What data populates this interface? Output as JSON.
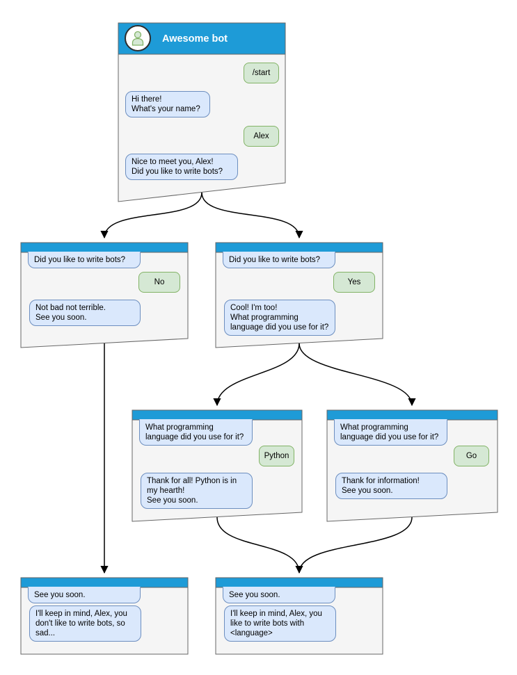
{
  "diagram_type": "chatbot-conversation-flowchart",
  "colors": {
    "header_blue": "#1e9bd7",
    "window_bg": "#f5f5f5",
    "window_border": "#666666",
    "bot_bubble_bg": "#dae8fc",
    "bot_bubble_border": "#6c8ebf",
    "user_bubble_bg": "#d5e8d4",
    "user_bubble_border": "#82b366",
    "edge_color": "#000000"
  },
  "windows": [
    {
      "id": "root",
      "title": "Awesome bot",
      "messages": [
        {
          "from": "user",
          "text": "/start"
        },
        {
          "from": "bot",
          "text": "Hi there!\nWhat's your name?"
        },
        {
          "from": "user",
          "text": "Alex"
        },
        {
          "from": "bot",
          "text": "Nice to meet you, Alex!\nDid you like to write bots?"
        }
      ]
    },
    {
      "id": "branch-no",
      "title": "",
      "messages": [
        {
          "from": "bot",
          "text": "Did you like to write bots?"
        },
        {
          "from": "user",
          "text": "No"
        },
        {
          "from": "bot",
          "text": "Not bad not terrible.\nSee you soon."
        }
      ]
    },
    {
      "id": "branch-yes",
      "title": "",
      "messages": [
        {
          "from": "bot",
          "text": "Did you like to write bots?"
        },
        {
          "from": "user",
          "text": "Yes"
        },
        {
          "from": "bot",
          "text": "Cool! I'm too!\nWhat programming\nlanguage did you use for it?"
        }
      ]
    },
    {
      "id": "lang-python",
      "title": "",
      "messages": [
        {
          "from": "bot",
          "text": "What programming\nlanguage did you use for it?"
        },
        {
          "from": "user",
          "text": "Python"
        },
        {
          "from": "bot",
          "text": "Thank for all! Python is in\nmy hearth!\nSee you soon."
        }
      ]
    },
    {
      "id": "lang-go",
      "title": "",
      "messages": [
        {
          "from": "bot",
          "text": "What programming\nlanguage did you use for it?"
        },
        {
          "from": "user",
          "text": "Go"
        },
        {
          "from": "bot",
          "text": "Thank for information!\nSee you soon."
        }
      ]
    },
    {
      "id": "end-no",
      "title": "",
      "messages": [
        {
          "from": "bot",
          "text": "See you soon."
        },
        {
          "from": "bot",
          "text": "I'll keep in mind, Alex, you\ndon't like to write bots, so\nsad..."
        }
      ]
    },
    {
      "id": "end-lang",
      "title": "",
      "messages": [
        {
          "from": "bot",
          "text": "See you soon."
        },
        {
          "from": "bot",
          "text": "I'll keep in mind, Alex, you\nlike to write bots with\n<language>"
        }
      ]
    }
  ],
  "edges": [
    {
      "from": "root",
      "to": "branch-no"
    },
    {
      "from": "root",
      "to": "branch-yes"
    },
    {
      "from": "branch-no",
      "to": "end-no"
    },
    {
      "from": "branch-yes",
      "to": "lang-python"
    },
    {
      "from": "branch-yes",
      "to": "lang-go"
    },
    {
      "from": "lang-python",
      "to": "end-lang"
    },
    {
      "from": "lang-go",
      "to": "end-lang"
    }
  ]
}
